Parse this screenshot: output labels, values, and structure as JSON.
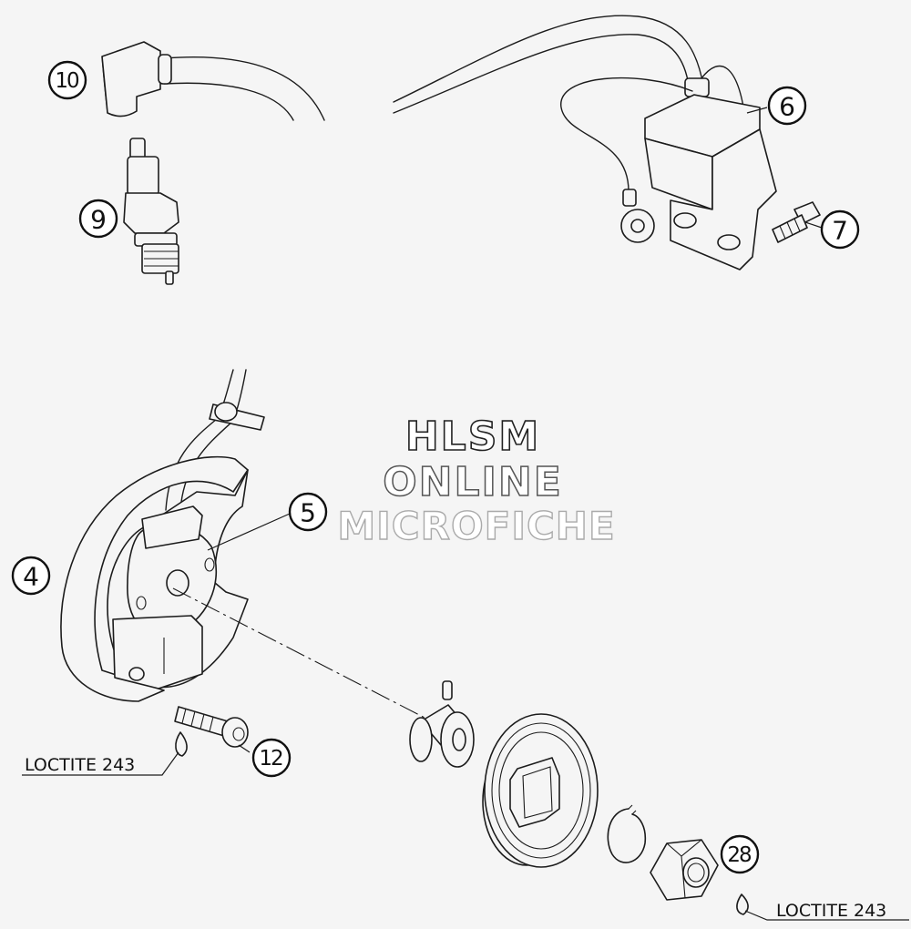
{
  "callouts": {
    "c10": "10",
    "c9": "9",
    "c6": "6",
    "c7": "7",
    "c5": "5",
    "c4": "4",
    "c12": "12",
    "c28": "28"
  },
  "loctite_left": "LOCTITE 243",
  "loctite_right": "LOCTITE 243",
  "watermark": {
    "line1": "HLSM",
    "line2": "ONLINE",
    "line3": "MICROFICHE"
  }
}
